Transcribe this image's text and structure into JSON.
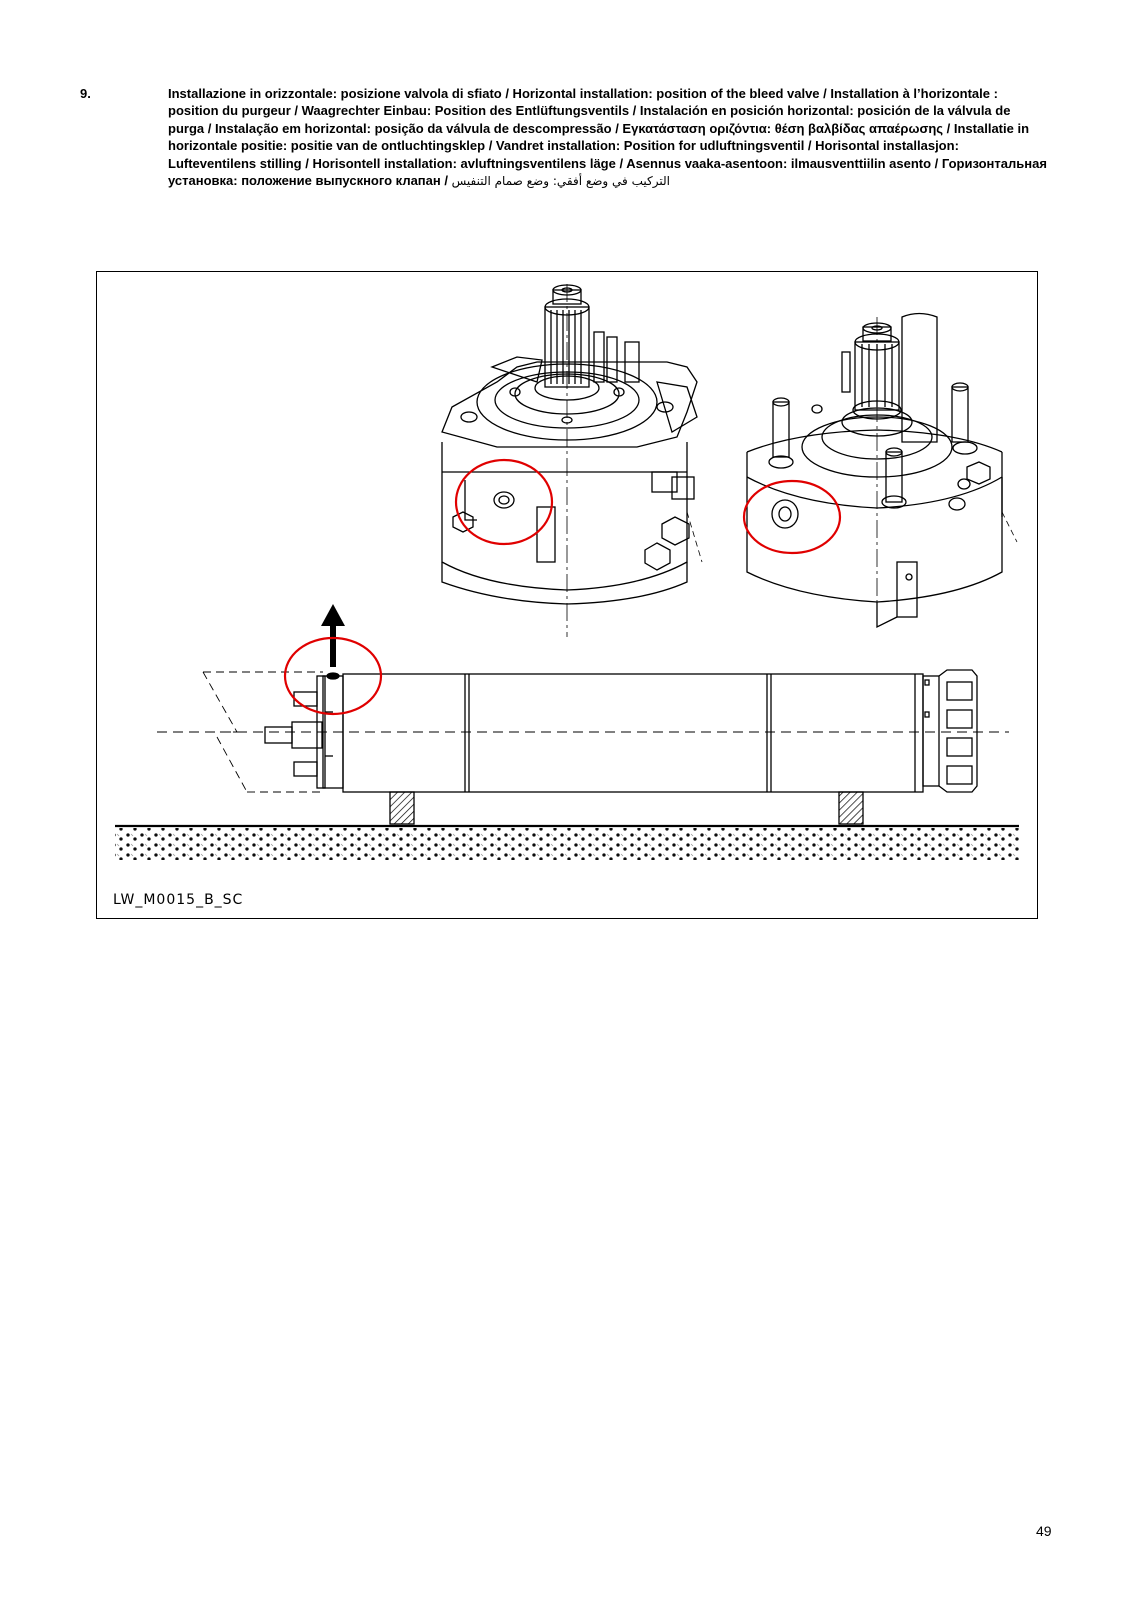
{
  "section": {
    "number": "9.",
    "heading": "Installazione in orizzontale: posizione valvola di sfiato / Horizontal installation: position of the bleed valve / Installation à l’horizontale : position du purgeur / Waagrechter Einbau: Position des Entlüftungsventils / Instalación en posición horizontal: posición de la válvula de purga / Instalação em  horizontal: posição da válvula de descompressão / Εγκατάσταση οριζόντια: θέση βαλβίδας απαέρωσης / Installatie in horizontale positie: positie van de ontluchtingsklep / Vandret installation: Position for udluftningsventil / Horisontal installasjon: Lufteventilens stilling / Horisontell installation: avluftningsventilens läge / Asennus vaaka-asentoon: ilmausventtiilin asento / Горизонтальная установка: положение выпускного клапан / ",
    "heading_arabic": "التركيب في وضع أفقي: وضع صمام التنفيس"
  },
  "figure": {
    "code": "LW_M0015_B_SC",
    "highlight_color": "#e00000",
    "line_color": "#000000",
    "ground_fill": "#bbbbbb"
  },
  "page_number": "49"
}
